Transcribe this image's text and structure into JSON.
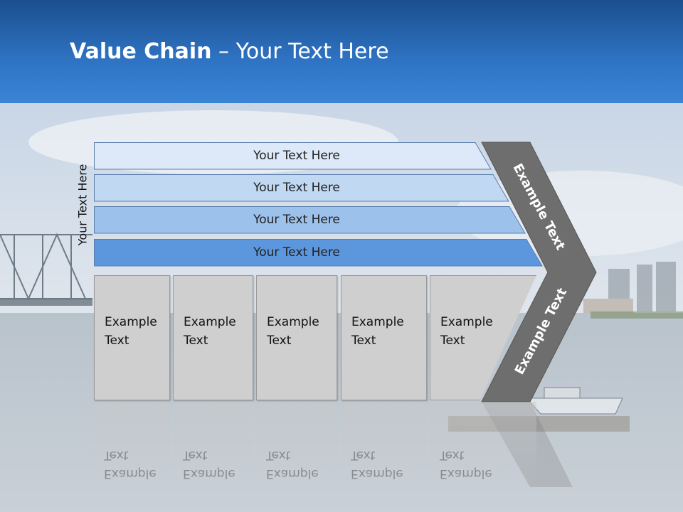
{
  "slide": {
    "title_bold": "Value Chain",
    "title_rest": " – Your Text Here"
  },
  "side_label": "Your Text Here",
  "bars": [
    {
      "label": "Your Text Here",
      "color": "#dde9f8"
    },
    {
      "label": "Your Text Here",
      "color": "#c0d8f2"
    },
    {
      "label": "Your Text Here",
      "color": "#9cc1ea"
    },
    {
      "label": "Your Text Here",
      "color": "#5c97de"
    }
  ],
  "boxes": [
    {
      "label": "Example\nText"
    },
    {
      "label": "Example\nText"
    },
    {
      "label": "Example\nText"
    },
    {
      "label": "Example\nText"
    },
    {
      "label": "Example\nText"
    }
  ],
  "chevron": {
    "top_label": "Example Text",
    "bottom_label": "Example Text",
    "color": "#6e6e6e"
  },
  "colors": {
    "header": "#2f74c4",
    "box_fill": "#cfcfcf"
  }
}
